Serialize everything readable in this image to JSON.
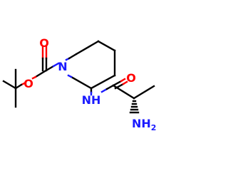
{
  "labels": {
    "carbonyl_o_boc": "O",
    "ester_o": "O",
    "ring_n": "N",
    "amide_nh": "NH",
    "amide_o": "O",
    "amine_n": "NH",
    "amine_sub": "2"
  },
  "colors": {
    "bond": "#000000",
    "oxygen": "#ff0000",
    "nitrogen": "#1a1aff",
    "background": "#ffffff"
  }
}
